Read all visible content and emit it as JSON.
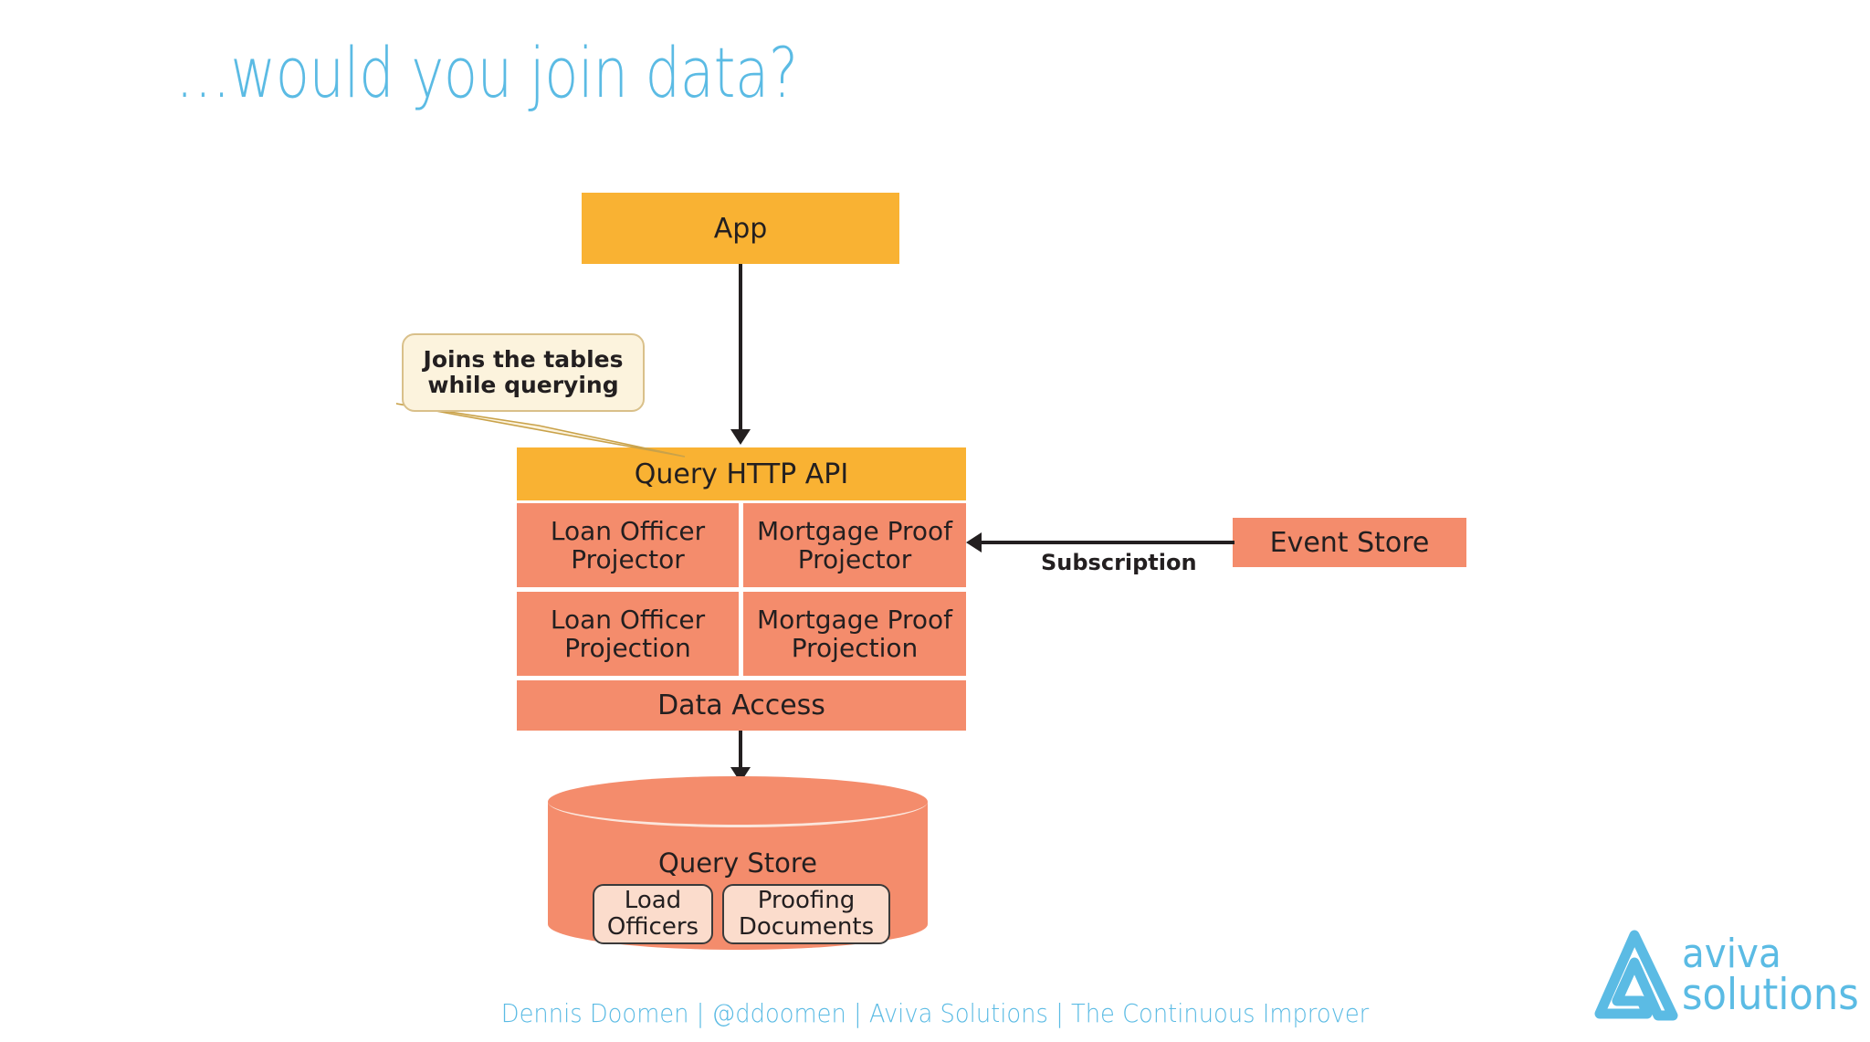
{
  "slide": {
    "title": "…would you join data?",
    "background": "#ffffff"
  },
  "colors": {
    "title_blue": "#5BBBE4",
    "amber": "#F9B233",
    "salmon": "#F48C6C",
    "callout_fill": "#FCF3DD",
    "callout_border": "#D9C08A",
    "store_item_fill": "#FBDCCC",
    "connector": "#231f20"
  },
  "diagram": {
    "app": {
      "label": "App"
    },
    "callout": {
      "line1": "Joins the tables",
      "line2": "while querying",
      "text": "Joins the tables while querying"
    },
    "service": {
      "api_label": "Query HTTP API",
      "projectors": [
        {
          "line1": "Loan Officer",
          "line2": "Projector"
        },
        {
          "line1": "Mortgage Proof",
          "line2": "Projector"
        }
      ],
      "projections": [
        {
          "line1": "Loan Officer",
          "line2": "Projection"
        },
        {
          "line1": "Mortgage Proof",
          "line2": "Projection"
        }
      ],
      "data_access_label": "Data Access"
    },
    "event_store": {
      "label": "Event Store"
    },
    "subscription": {
      "label": "Subscription"
    },
    "query_store": {
      "label": "Query Store",
      "items": [
        {
          "line1": "Load",
          "line2": "Officers"
        },
        {
          "line1": "Proofing",
          "line2": "Documents"
        }
      ]
    }
  },
  "footer": {
    "text": "Dennis Doomen | @ddoomen | Aviva Solutions | The Continuous Improver"
  },
  "logo": {
    "line1": "aviva",
    "line2": "solutions"
  }
}
